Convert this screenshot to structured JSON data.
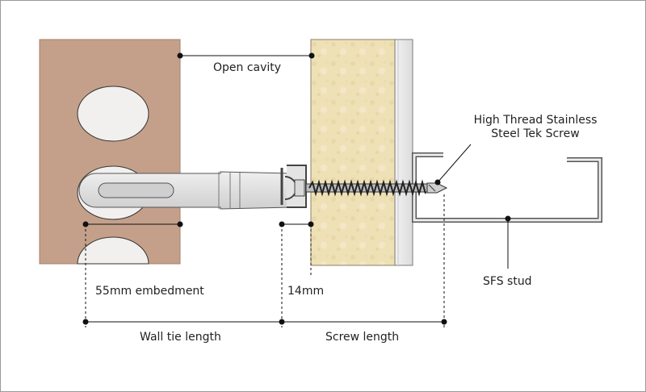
{
  "labels": {
    "open_cavity": "Open cavity",
    "screw_callout_line1": "High Thread Stainless",
    "screw_callout_line2": "Steel Tek Screw",
    "embedment": "55mm embedment",
    "gap": "14mm",
    "sfs_stud": "SFS stud",
    "wall_tie_length": "Wall tie length",
    "screw_length": "Screw length"
  },
  "colors": {
    "brick": "#c4a08a",
    "brick_hole": "#f2f0ee",
    "insulation": "#efe1b6",
    "board": "#e9e9e9",
    "steel": "#d9d9d9",
    "line": "#111111"
  }
}
